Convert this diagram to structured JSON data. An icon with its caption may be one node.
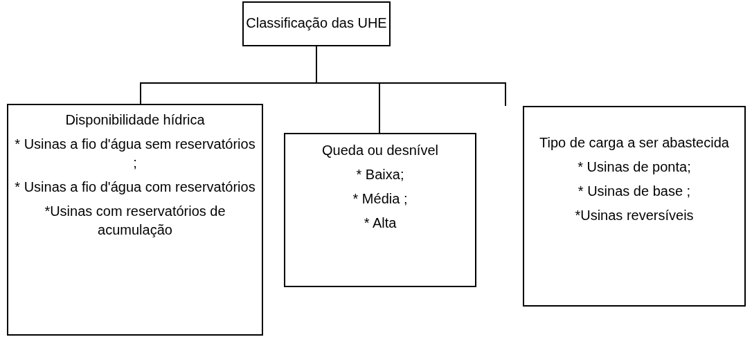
{
  "diagram": {
    "nodes": [
      {
        "text": [
          "Classificação das UHE"
        ]
      },
      {
        "text": [
          "Disponibilidade hídrica",
          "* Usinas a fio d'água sem reservatórios ;",
          "* Usinas a fio d'água com reservatórios",
          "*Usinas com reservatórios de acumulação"
        ]
      },
      {
        "text": [
          "Queda ou desnível",
          "* Baixa;",
          "* Média ;",
          "* Alta"
        ]
      },
      {
        "text": [
          "Tipo de carga a ser abastecida",
          "* Usinas de ponta;",
          "* Usinas de base ;",
          "*Usinas reversíveis"
        ]
      }
    ],
    "edges": [
      {
        "from": 0,
        "to": 1,
        "arrow": "none"
      },
      {
        "from": 0,
        "to": 2,
        "arrow": "none"
      },
      {
        "from": 0,
        "to": 3,
        "arrow": "none"
      }
    ]
  }
}
